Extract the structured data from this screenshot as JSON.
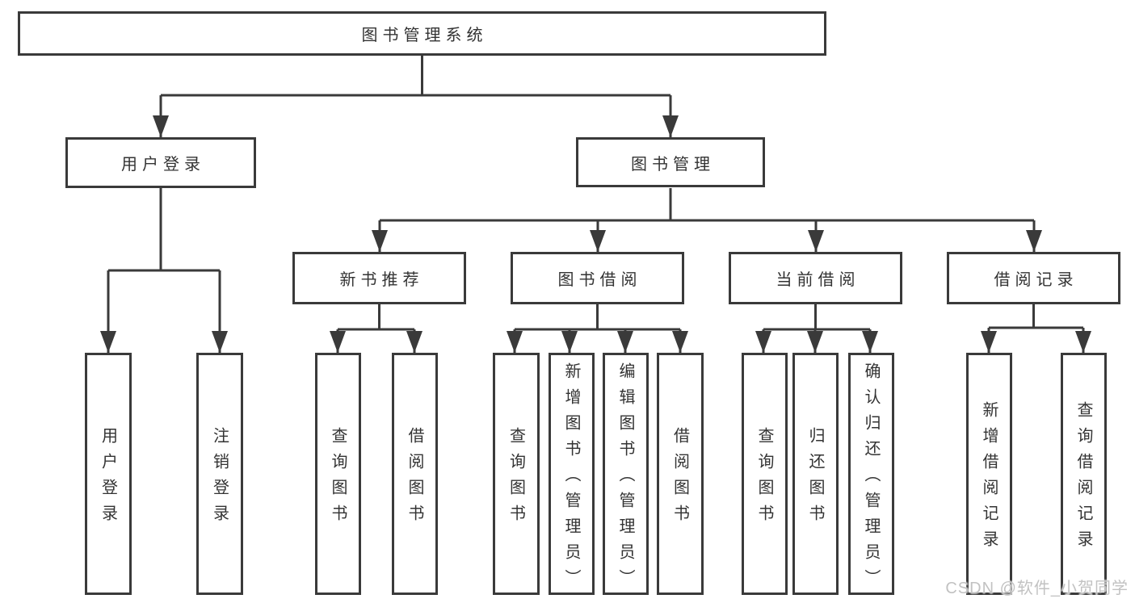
{
  "diagram": {
    "title": "图书管理系统",
    "level1": {
      "user_login": "用户登录",
      "book_mgmt": "图书管理"
    },
    "level2": {
      "recommend": "新书推荐",
      "borrow": "图书借阅",
      "current": "当前借阅",
      "records": "借阅记录"
    },
    "leaves": {
      "login": [
        "用户登录",
        "注销登录"
      ],
      "recommend": [
        "查询图书",
        "借阅图书"
      ],
      "borrow": [
        "查询图书",
        "新增图书（管理员）",
        "编辑图书（管理员）",
        "借阅图书"
      ],
      "current": [
        "查询图书",
        "归还图书",
        "确认归还（管理员）"
      ],
      "records": [
        "新增借阅记录",
        "查询借阅记录"
      ]
    }
  },
  "watermark": "CSDN @软件_小贺同学",
  "colors": {
    "line": "#3a3a3a",
    "text": "#333333",
    "watermark": "#c2c2c2",
    "background": "#ffffff"
  }
}
